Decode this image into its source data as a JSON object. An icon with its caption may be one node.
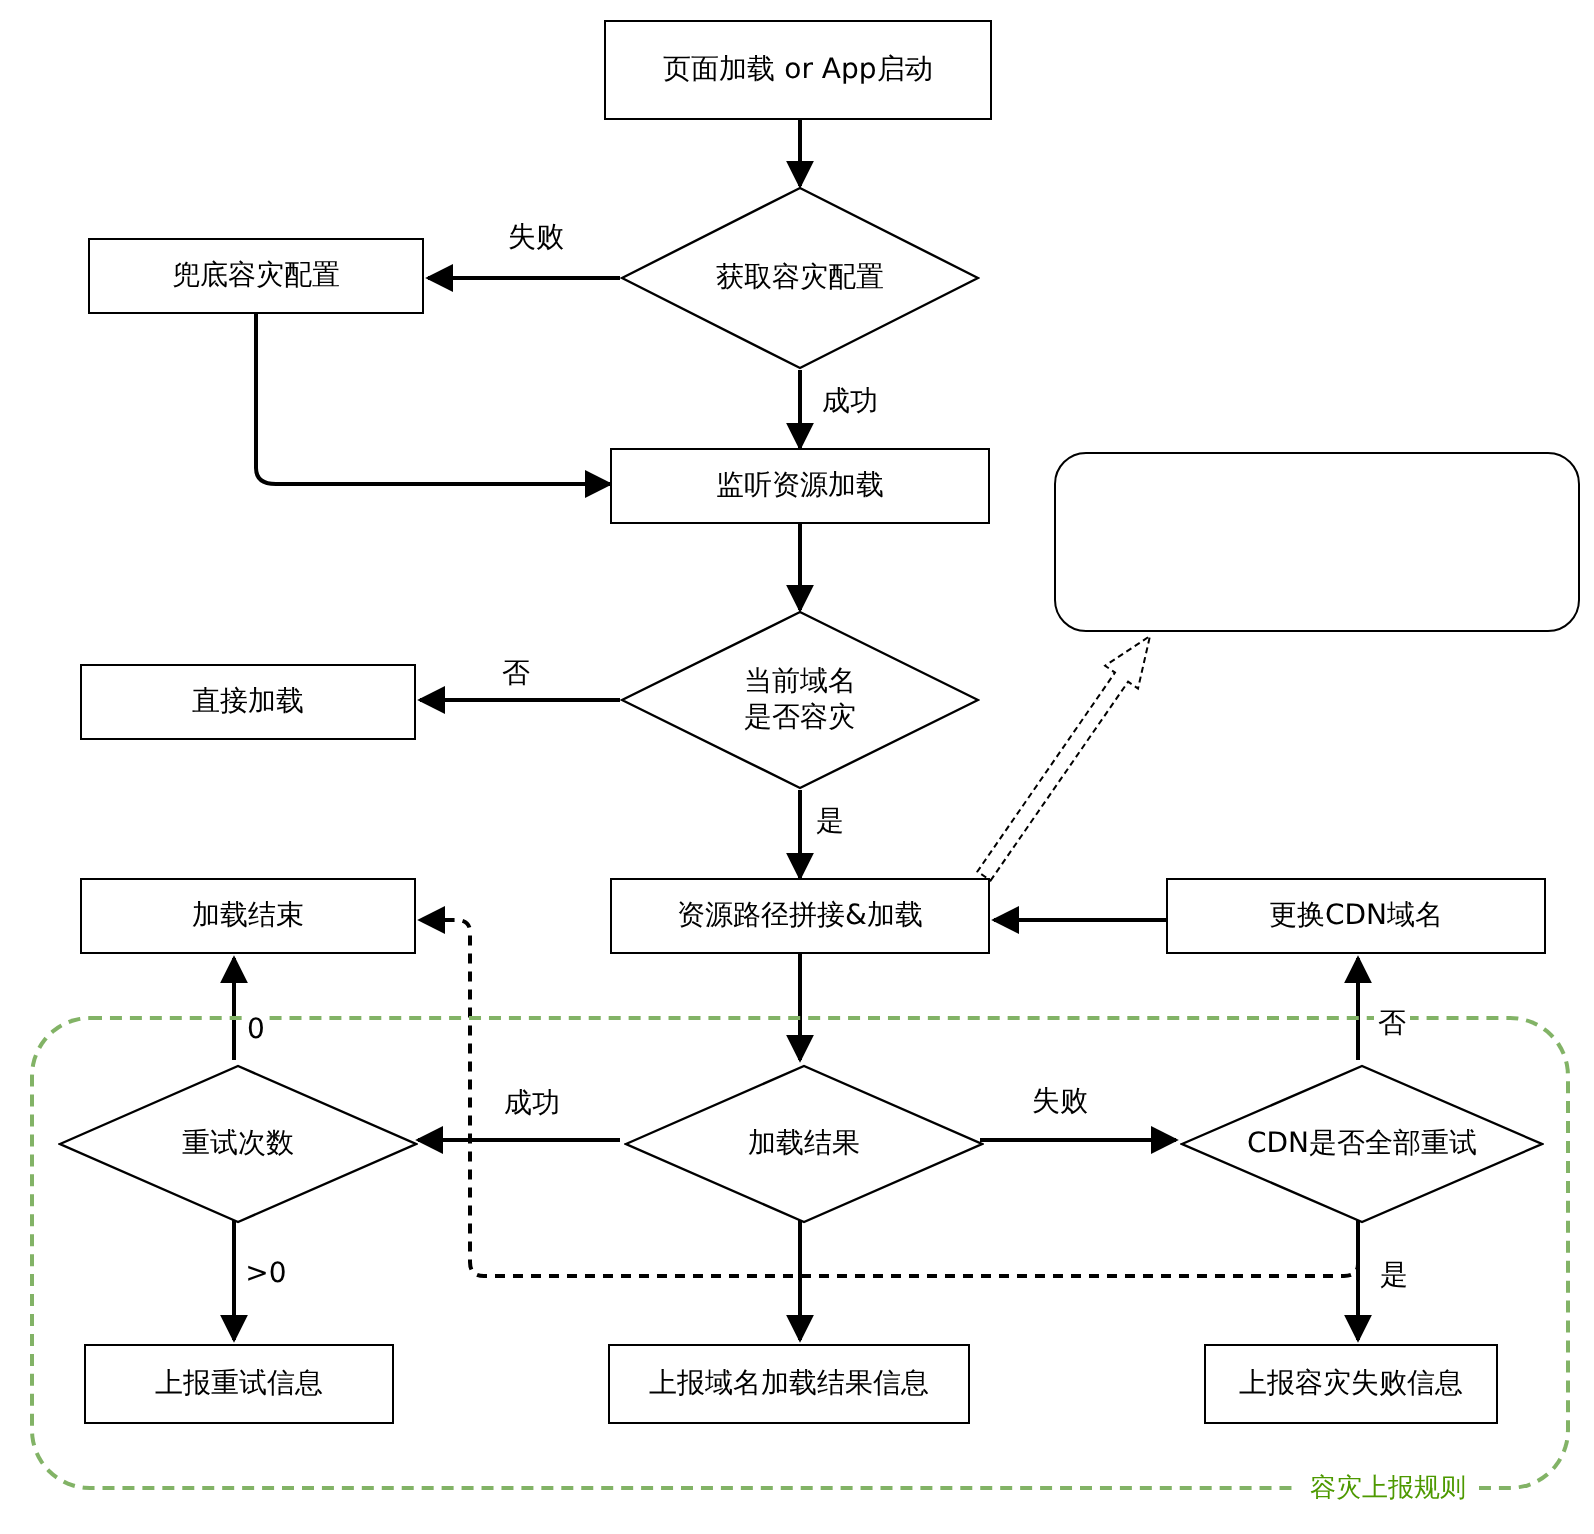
{
  "diagram": {
    "nodes": [
      {
        "text": [
          "页面加载 or App启动"
        ]
      },
      {
        "text": [
          "获取容灾配置"
        ]
      },
      {
        "text": [
          "兜底容灾配置"
        ]
      },
      {
        "text": [
          "监听资源加载"
        ]
      },
      {
        "text": [
          "当前域名是否容灾"
        ]
      },
      {
        "text": [
          "直接加载"
        ]
      },
      {
        "text": [
          "资源路径拼接&加载"
        ]
      },
      {
        "text": [
          "更换CDN域名"
        ]
      },
      {
        "text": [
          "加载结束"
        ]
      },
      {
        "text": [
          "容灾上报规则"
        ]
      },
      {
        "text": [
          "重试次数"
        ],
        "in": 9
      },
      {
        "text": [
          "加载结果"
        ],
        "in": 9
      },
      {
        "text": [
          "CDN是否全部重试"
        ],
        "in": 9
      },
      {
        "text": [
          "上报重试信息"
        ],
        "in": 9
      },
      {
        "text": [
          "上报域名加载结果信息"
        ],
        "in": 9
      },
      {
        "text": [
          "上报容灾失败信息"
        ],
        "in": 9
      },
      {
        "text": [],
        "shape": "box"
      }
    ],
    "edges": [
      {
        "from": 0,
        "to": 1,
        "arrow": "to"
      },
      {
        "from": 1,
        "to": 2,
        "arrow": "to",
        "label": "失败"
      },
      {
        "from": 1,
        "to": 3,
        "arrow": "to",
        "label": "成功"
      },
      {
        "from": 2,
        "to": 3,
        "arrow": "to"
      },
      {
        "from": 3,
        "to": 4,
        "arrow": "to"
      },
      {
        "from": 4,
        "to": 5,
        "arrow": "to",
        "label": "否"
      },
      {
        "from": 4,
        "to": 6,
        "arrow": "to",
        "label": "是"
      },
      {
        "from": 6,
        "to": 11,
        "arrow": "to"
      },
      {
        "from": 11,
        "to": 10,
        "arrow": "to",
        "label": "成功"
      },
      {
        "from": 11,
        "to": 12,
        "arrow": "to",
        "label": "失败"
      },
      {
        "from": 10,
        "to": 8,
        "arrow": "to",
        "label": "0"
      },
      {
        "from": 10,
        "to": 13,
        "arrow": "to",
        "label": ">0"
      },
      {
        "from": 11,
        "to": 14,
        "arrow": "to"
      },
      {
        "from": 12,
        "to": 7,
        "arrow": "to",
        "label": "否"
      },
      {
        "from": 12,
        "to": 15,
        "arrow": "to",
        "label": "是"
      },
      {
        "from": 7,
        "to": 6,
        "arrow": "to"
      },
      {
        "from": 12,
        "to": 8,
        "arrow": "to",
        "style": "dashed"
      },
      {
        "from": 6,
        "to": 16,
        "arrow": "to",
        "style": "dashed"
      }
    ]
  }
}
